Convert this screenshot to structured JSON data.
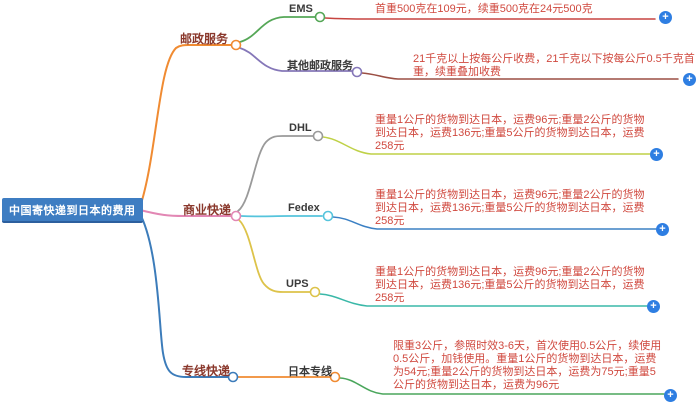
{
  "root": {
    "label": "中国寄快递到日本的费用"
  },
  "branches": [
    {
      "label": "邮政服务",
      "children": [
        {
          "label": "EMS",
          "detail": "首重500克在109元，续重500克在24元500克"
        },
        {
          "label": "其他邮政服务",
          "detail": "21千克以上按每公斤收费，21千克以下按每公斤0.5千克首重，续重叠加收费"
        }
      ]
    },
    {
      "label": "商业快递",
      "children": [
        {
          "label": "DHL",
          "detail": "重量1公斤的货物到达日本，运费96元;重量2公斤的货物到达日本，运费136元;重量5公斤的货物到达日本，运费258元"
        },
        {
          "label": "Fedex",
          "detail": "重量1公斤的货物到达日本，运费96元;重量2公斤的货物到达日本，运费136元;重量5公斤的货物到达日本，运费258元"
        },
        {
          "label": "UPS",
          "detail": "重量1公斤的货物到达日本，运费96元;重量2公斤的货物到达日本，运费136元;重量5公斤的货物到达日本，运费258元"
        }
      ]
    },
    {
      "label": "专线快递",
      "children": [
        {
          "label": "日本专线",
          "detail": "限重3公斤，参照时效3-6天，首次使用0.5公斤，续使用0.5公斤，加钱使用。重量1公斤的货物到达日本，运费为54元;重量2公斤的货物到达日本，运费为75元;重量5公斤的货物到达日本，运费为96元"
        }
      ]
    }
  ],
  "ui": {
    "add_button_symbol": "+"
  },
  "colors": {
    "root_bg": "#3e7dc2",
    "branch_postal_edge": "#f08b32",
    "branch_commercial_edge": "#e287b4",
    "branch_dedicated_edge": "#3c7cba",
    "edge_ems": "#55a757",
    "edge_other_postal": "#8577b8",
    "leaf_line_ems": "#c74440",
    "leaf_line_other_postal": "#9b4f44",
    "edge_dhl": "#9a9a9a",
    "edge_fedex": "#55c4dc",
    "edge_ups": "#ddc34a",
    "leaf_line_dhl": "#bfd147",
    "leaf_line_fedex": "#3b80c4",
    "leaf_line_ups": "#3ab8a8",
    "edge_japan_line": "#f08b32",
    "leaf_line_japan_line": "#4aa65c",
    "detail_text": "#d0493f",
    "branch_label_text": "#8a382c",
    "sub_label_text": "#3a3a3a",
    "add_button_bg": "#2e7ee2"
  }
}
